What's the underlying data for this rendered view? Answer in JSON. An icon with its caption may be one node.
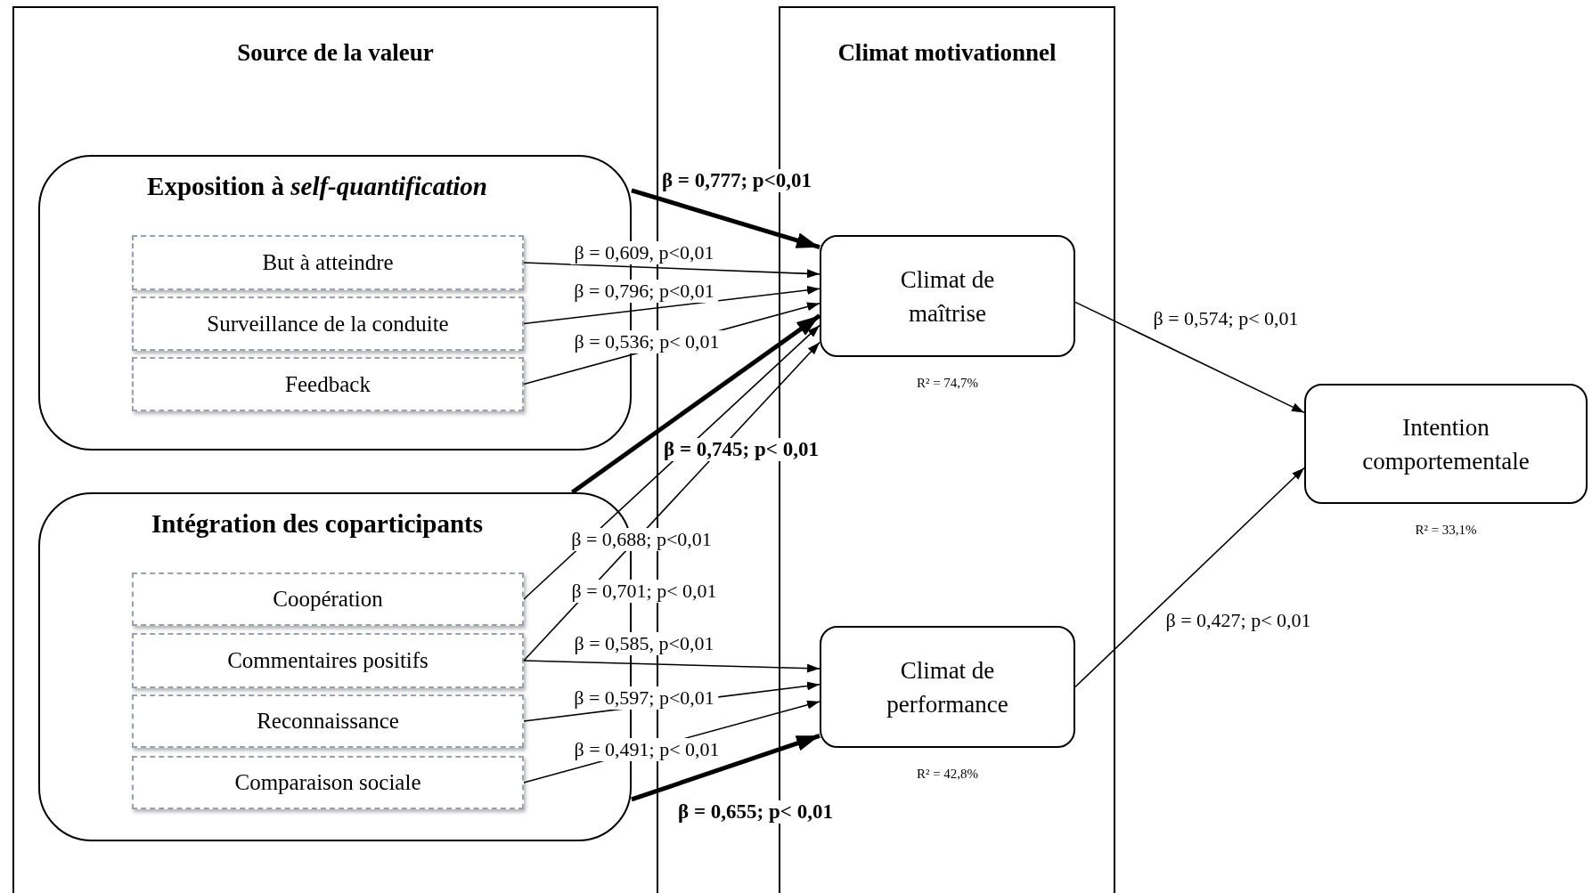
{
  "diagram": {
    "nodes": [
      {
        "text": [
          "Source de la valeur"
        ]
      },
      {
        "text": [
          "Climat motivationnel"
        ]
      },
      {
        "text": [
          "Exposition  à *self-quantification*"
        ],
        "in": 0
      },
      {
        "text": [
          "But à atteindre"
        ],
        "in": 2
      },
      {
        "text": [
          "Surveillance de la conduite"
        ],
        "in": 2
      },
      {
        "text": [
          "Feedback"
        ],
        "in": 2
      },
      {
        "text": [
          "Intégration des coparticipants"
        ],
        "in": 0
      },
      {
        "text": [
          "Coopération"
        ],
        "in": 6
      },
      {
        "text": [
          "Commentaires positifs"
        ],
        "in": 6
      },
      {
        "text": [
          "Reconnaissance"
        ],
        "in": 6
      },
      {
        "text": [
          "Comparaison sociale"
        ],
        "in": 6
      },
      {
        "text": [
          "Climat de maîtrise"
        ],
        "in": 1,
        "beside": [
          "R² = 74,7%"
        ]
      },
      {
        "text": [
          "Climat de performance"
        ],
        "in": 1,
        "beside": [
          "R² = 42,8%"
        ]
      },
      {
        "text": [
          "Intention comportementale"
        ],
        "beside": [
          "R² = 33,1%"
        ]
      }
    ],
    "edges": [
      {
        "from": 2,
        "to": 11,
        "arrow": "to",
        "label": "β = 0,777; p<0,01",
        "style": "thick"
      },
      {
        "from": 3,
        "to": 11,
        "arrow": "to",
        "label": "β = 0,609, p<0,01"
      },
      {
        "from": 4,
        "to": 11,
        "arrow": "to",
        "label": "β = 0,796; p<0,01"
      },
      {
        "from": 5,
        "to": 11,
        "arrow": "to",
        "label": "β = 0,536; p< 0,01"
      },
      {
        "from": 6,
        "to": 11,
        "arrow": "to",
        "label": "β = 0,745; p< 0,01",
        "style": "thick"
      },
      {
        "from": 7,
        "to": 11,
        "arrow": "to",
        "label": "β = 0,688; p<0,01"
      },
      {
        "from": 8,
        "to": 11,
        "arrow": "to",
        "label": "β = 0,701; p< 0,01"
      },
      {
        "from": 8,
        "to": 12,
        "arrow": "to",
        "label": "β = 0,585, p<0,01"
      },
      {
        "from": 9,
        "to": 12,
        "arrow": "to",
        "label": "β = 0,597; p<0,01"
      },
      {
        "from": 10,
        "to": 12,
        "arrow": "to",
        "label": "β = 0,491; p< 0,01"
      },
      {
        "from": 6,
        "to": 12,
        "arrow": "to",
        "label": "β = 0,655; p< 0,01",
        "style": "thick"
      },
      {
        "from": 11,
        "to": 13,
        "arrow": "to",
        "label": "β = 0,574; p< 0,01"
      },
      {
        "from": 12,
        "to": 13,
        "arrow": "to",
        "label": "β = 0,427; p< 0,01"
      }
    ]
  }
}
